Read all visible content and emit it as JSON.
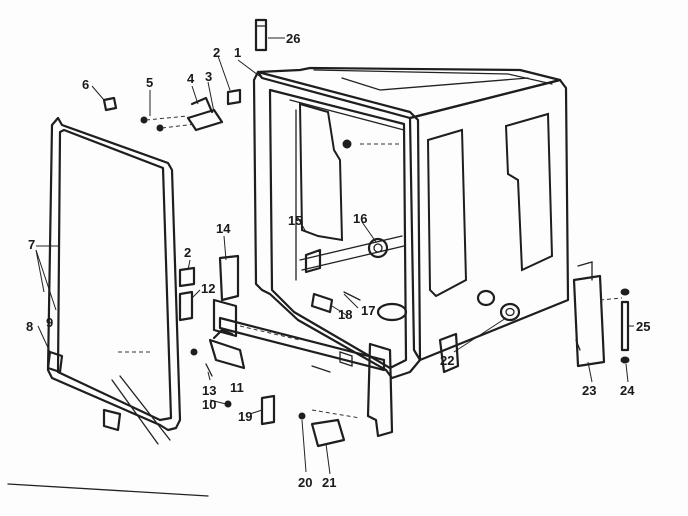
{
  "labels": {
    "p1": "1",
    "p2a": "2",
    "p2b": "2",
    "p3": "3",
    "p4": "4",
    "p5": "5",
    "p6": "6",
    "p7": "7",
    "p8": "8",
    "p9": "9",
    "p10": "10",
    "p11": "11",
    "p12": "12",
    "p13": "13",
    "p14": "14",
    "p15": "15",
    "p16": "16",
    "p17": "17",
    "p18": "18",
    "p19": "19",
    "p20": "20",
    "p21": "21",
    "p22": "22",
    "p23": "23",
    "p24": "24",
    "p25": "25",
    "p26": "26"
  }
}
